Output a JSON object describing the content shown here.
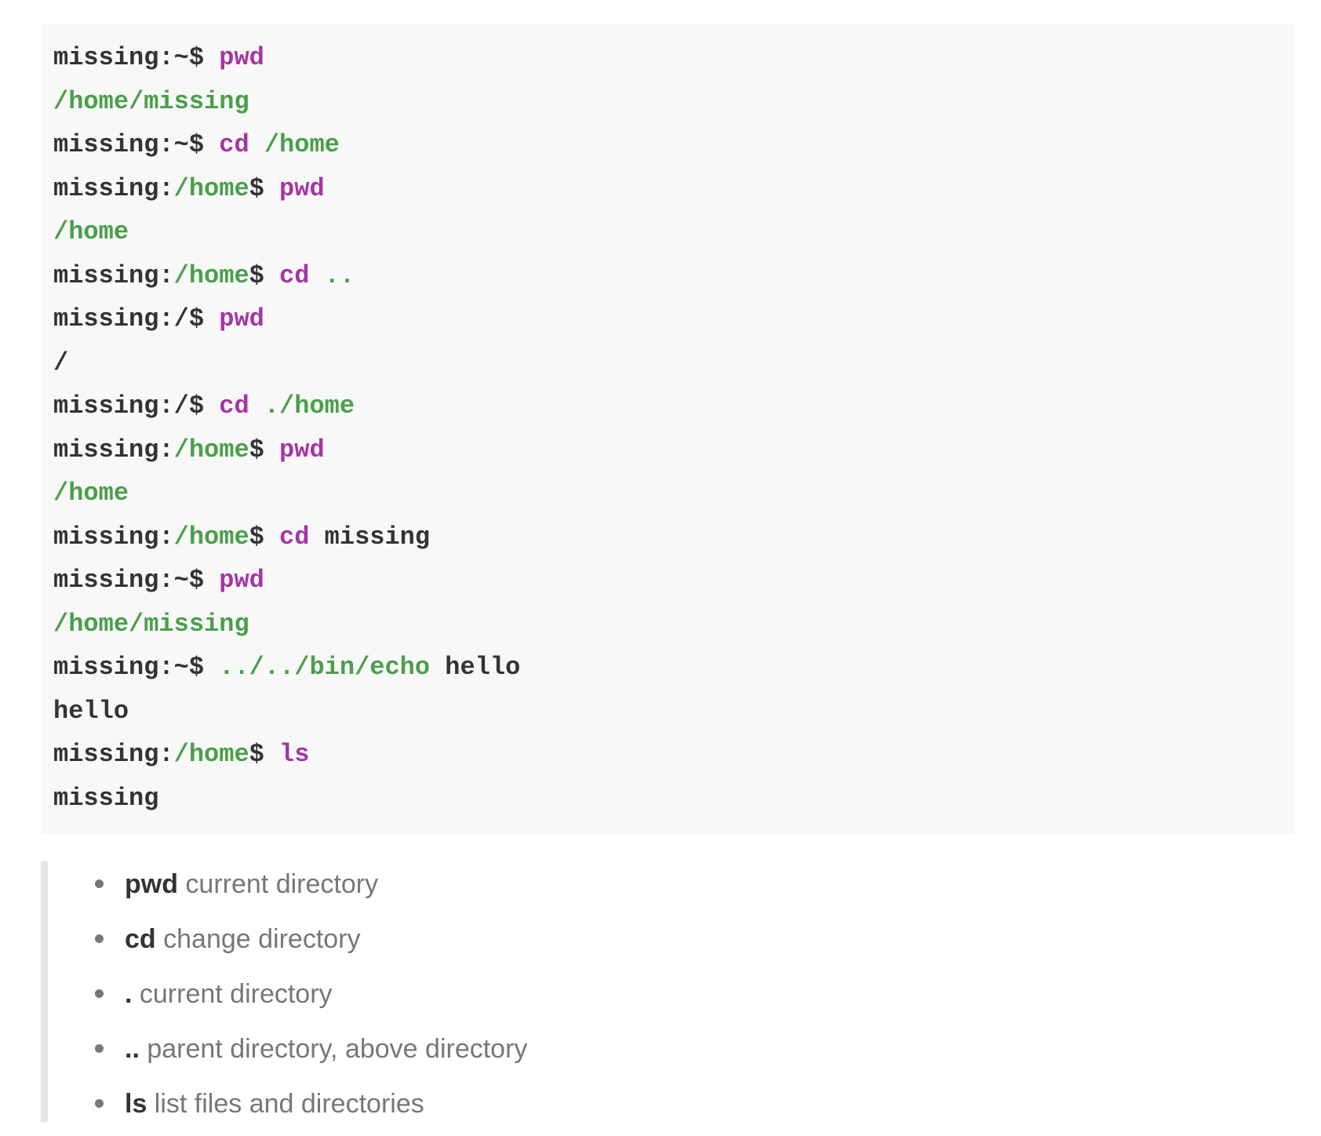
{
  "terminal": {
    "lines": [
      [
        {
          "t": "missing:~$ ",
          "c": "prompt"
        },
        {
          "t": "pwd",
          "c": "cmd"
        }
      ],
      [
        {
          "t": "/home/missing",
          "c": "output"
        }
      ],
      [
        {
          "t": "missing:~$ ",
          "c": "prompt"
        },
        {
          "t": "cd",
          "c": "cmd"
        },
        {
          "t": " ",
          "c": "text"
        },
        {
          "t": "/home",
          "c": "arg"
        }
      ],
      [
        {
          "t": "missing:",
          "c": "prompt"
        },
        {
          "t": "/home",
          "c": "dir"
        },
        {
          "t": "$ ",
          "c": "prompt"
        },
        {
          "t": "pwd",
          "c": "cmd"
        }
      ],
      [
        {
          "t": "/home",
          "c": "output"
        }
      ],
      [
        {
          "t": "missing:",
          "c": "prompt"
        },
        {
          "t": "/home",
          "c": "dir"
        },
        {
          "t": "$ ",
          "c": "prompt"
        },
        {
          "t": "cd",
          "c": "cmd"
        },
        {
          "t": " ",
          "c": "text"
        },
        {
          "t": "..",
          "c": "arg"
        }
      ],
      [
        {
          "t": "missing:/$ ",
          "c": "prompt"
        },
        {
          "t": "pwd",
          "c": "cmd"
        }
      ],
      [
        {
          "t": "/",
          "c": "text"
        }
      ],
      [
        {
          "t": "missing:/$ ",
          "c": "prompt"
        },
        {
          "t": "cd",
          "c": "cmd"
        },
        {
          "t": " ",
          "c": "text"
        },
        {
          "t": "./home",
          "c": "arg"
        }
      ],
      [
        {
          "t": "missing:",
          "c": "prompt"
        },
        {
          "t": "/home",
          "c": "dir"
        },
        {
          "t": "$ ",
          "c": "prompt"
        },
        {
          "t": "pwd",
          "c": "cmd"
        }
      ],
      [
        {
          "t": "/home",
          "c": "output"
        }
      ],
      [
        {
          "t": "missing:",
          "c": "prompt"
        },
        {
          "t": "/home",
          "c": "dir"
        },
        {
          "t": "$ ",
          "c": "prompt"
        },
        {
          "t": "cd",
          "c": "cmd"
        },
        {
          "t": " missing",
          "c": "text"
        }
      ],
      [
        {
          "t": "missing:~$ ",
          "c": "prompt"
        },
        {
          "t": "pwd",
          "c": "cmd"
        }
      ],
      [
        {
          "t": "/home/missing",
          "c": "output"
        }
      ],
      [
        {
          "t": "missing:~$ ",
          "c": "prompt"
        },
        {
          "t": "../../bin/echo",
          "c": "arg"
        },
        {
          "t": " hello",
          "c": "text"
        }
      ],
      [
        {
          "t": "hello",
          "c": "text"
        }
      ],
      [
        {
          "t": "missing:",
          "c": "prompt"
        },
        {
          "t": "/home",
          "c": "dir"
        },
        {
          "t": "$ ",
          "c": "prompt"
        },
        {
          "t": "ls",
          "c": "cmd"
        }
      ],
      [
        {
          "t": "missing",
          "c": "text"
        }
      ]
    ]
  },
  "notes": {
    "items": [
      {
        "term": "pwd",
        "desc": " current directory"
      },
      {
        "term": "cd",
        "desc": " change directory"
      },
      {
        "term": ".",
        "desc": " current directory"
      },
      {
        "term": "..",
        "desc": " parent directory, above directory"
      },
      {
        "term": "ls",
        "desc": " list files and directories"
      }
    ]
  },
  "colors": {
    "code_background": "#f8f8f8",
    "prompt": "#333333",
    "command": "#a535a5",
    "path": "#4a9f4a",
    "note_text": "#777777",
    "note_term": "#333333",
    "blockquote_border": "#e6e6e6"
  }
}
